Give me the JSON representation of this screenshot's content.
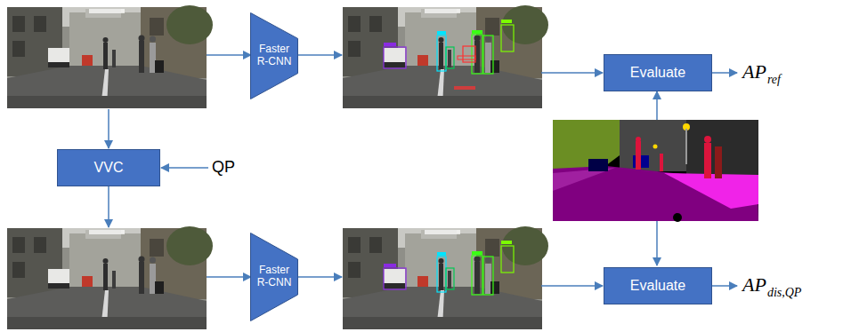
{
  "diagram": {
    "nodes": [
      {
        "text": [
          "Faster R-CNN"
        ]
      },
      {
        "text": [
          "Evaluate"
        ]
      },
      {
        "text": [
          "VVC"
        ]
      },
      {
        "text": [
          "Faster R-CNN"
        ]
      },
      {
        "text": [
          "Evaluate"
        ]
      }
    ],
    "labels": [
      "AP",
      "ref",
      "QP",
      "AP",
      "dis,QP"
    ]
  }
}
